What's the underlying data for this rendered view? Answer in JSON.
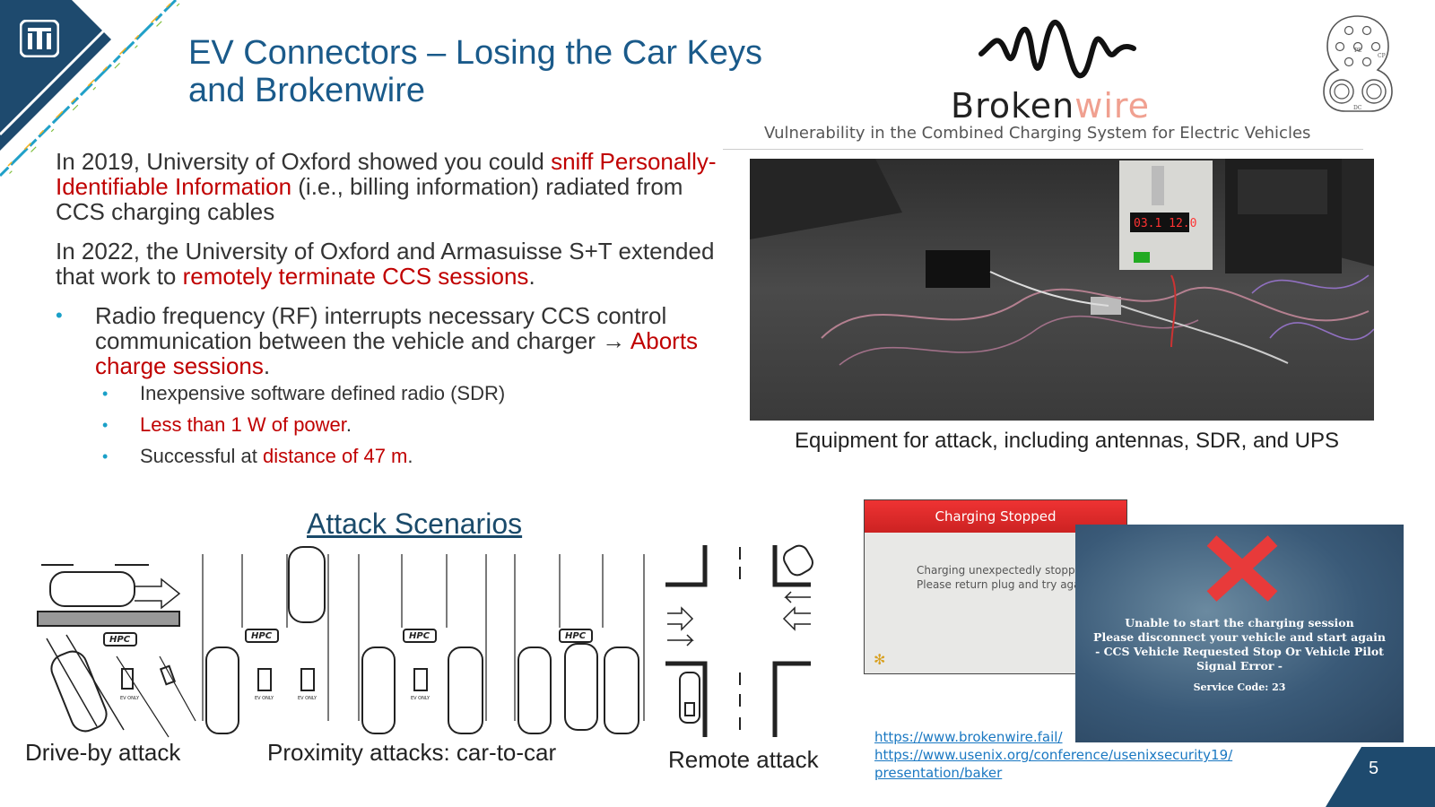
{
  "slide": {
    "title_line1": "EV Connectors – Losing the Car Keys",
    "title_line2": "and Brokenwire",
    "page_number": "5"
  },
  "body": {
    "p1_a": "In 2019, University of Oxford showed you could ",
    "p1_red": "sniff Personally-Identifiable Information",
    "p1_b": " (i.e., billing information) radiated from CCS charging cables",
    "p2_a": "In 2022, the University of Oxford and Armasuisse S+T extended that work to ",
    "p2_red": "remotely terminate CCS sessions",
    "p2_b": ".",
    "b1_a": "Radio frequency (RF) interrupts necessary CCS control communication between the vehicle and charger ",
    "b1_arrow": "→",
    "b1_red": "Aborts charge sessions",
    "b1_b": ".",
    "sub1": "Inexpensive software defined radio (SDR)",
    "sub2_red": "Less than 1 W of power",
    "sub2_b": ".",
    "sub3_a": "Successful at ",
    "sub3_red": "distance of 47 m",
    "sub3_b": "."
  },
  "brokenwire": {
    "logo_a": "Broken",
    "logo_b": "wire",
    "tagline": "Vulnerability in the Combined Charging System for Electric Vehicles"
  },
  "connector": {
    "pe": "PE",
    "cp": "CP",
    "dc": "DC"
  },
  "photo": {
    "caption": "Equipment for attack, including antennas, SDR, and UPS",
    "psu_readout": "03.1  12.0"
  },
  "scenarios": {
    "title": "Attack Scenarios",
    "drive_by": "Drive-by attack",
    "proximity": "Proximity attacks: car-to-car",
    "remote": "Remote attack",
    "hpc": "HPC",
    "ev_only": "EV ONLY"
  },
  "screen1": {
    "header": "Charging Stopped",
    "line1": "Charging unexpectedly stopped.",
    "line2": "Please return plug and try again."
  },
  "screen2": {
    "line1": "Unable to start the charging session",
    "line2": "Please disconnect your vehicle and start again",
    "line3": "- CCS Vehicle Requested Stop Or Vehicle Pilot Signal Error -",
    "code": "Service Code:  23"
  },
  "links": {
    "l1": "https://www.brokenwire.fail/",
    "l2": "https://www.usenix.org/conference/usenixsecurity19/",
    "l3": "presentation/baker"
  },
  "colors": {
    "title_blue": "#1a5a8a",
    "accent_red": "#c00000",
    "bullet_blue": "#1aa0c8",
    "corner_navy": "#1e4a6e"
  }
}
